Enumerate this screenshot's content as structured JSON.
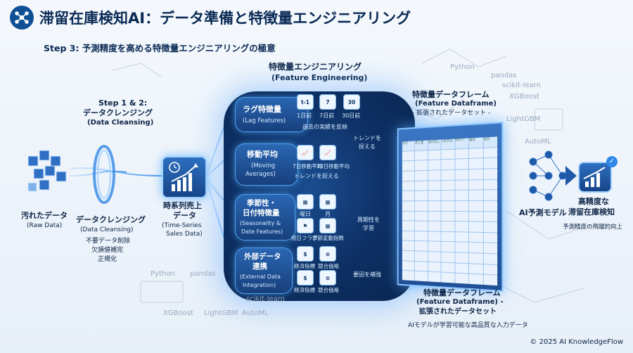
{
  "header": {
    "title": "滞留在庫検知AI：データ準備と特徴量エンジニアリング",
    "subtitle": "Step 3: 予測精度を高める特徴量エンジニアリングの極意"
  },
  "raw": {
    "jp": "汚れたデータ",
    "en": "(Raw Data)"
  },
  "cleansing": {
    "step": "Step 1 & 2:",
    "jp_top": "データクレンジング",
    "en_top": "(Data Cleansing)",
    "jp_bottom": "データクレンジング",
    "en_bottom": "(Data Cleansing)",
    "tasks": [
      "不要データ削除",
      "欠損値補完",
      "正規化"
    ]
  },
  "timeseries": {
    "jp1": "時系列売上",
    "jp2": "データ",
    "en1": "(Time-Series",
    "en2": "Sales Data)"
  },
  "fe": {
    "jp": "特徴量エンジニアリング",
    "en": "(Feature Engineering)"
  },
  "features": {
    "lag": {
      "jp": "ラグ特徴量",
      "en": "(Lag Features)",
      "icons": [
        "t-1",
        "7",
        "30"
      ],
      "labels": [
        "1日前",
        "7日前",
        "30日前"
      ],
      "note": "過去の実績を反映"
    },
    "ma": {
      "jp": "移動平均",
      "en1": "(Moving",
      "en2": "Averages)",
      "labels": [
        "7日移動平均",
        "30日移動平均"
      ],
      "note_in": "トレンドを捉える",
      "note_out1": "トレンドを",
      "note_out2": "捉える"
    },
    "season": {
      "jp1": "季節性・",
      "jp2": "日付特徴量",
      "en1": "(Seasonality &",
      "en2": "Date Features)",
      "labels": [
        "曜日",
        "月",
        "祝日フラグ",
        "季節変動指数"
      ],
      "note1": "周期性を",
      "note2": "学習"
    },
    "external": {
      "jp1": "外部データ",
      "jp2": "連携",
      "en1": "(External Data",
      "en2": "Integration)",
      "labels": [
        "経済指標",
        "競合価格",
        "経済指標",
        "競合価格"
      ],
      "note": "要因を補強"
    }
  },
  "dataframe": {
    "top_jp": "特徴量データフレーム",
    "top_en": "(Feature Dataframe)",
    "top_sub": "- 拡張されたデータセット -",
    "bottom_jp": "特徴量データフレーム",
    "bottom_en": "(Feature Dataframe) -",
    "bottom_sub": "拡張されたデータセット",
    "bottom_note": "AIモデルが学習可能な高品質な入力データ",
    "col_headers": [
      "日付",
      "売上量",
      "前日売上",
      "7日平均",
      "MA(7)",
      "曜日",
      "祝日",
      "価格"
    ]
  },
  "model": {
    "label": "AI予測モデル"
  },
  "result": {
    "jp1": "高精度な",
    "jp2": "滞留在庫検知",
    "note": "予測精度の飛躍的向上"
  },
  "watermarks": [
    "Python",
    "pandas",
    "scikit-learn",
    "XGBoost",
    "LightGBM",
    "AutoML",
    "Python",
    "pandas",
    "XGBoost",
    "LightGBM",
    "scikit-learn",
    "AutoML"
  ],
  "footer": {
    "copyright": "© 2025 AI KnowledgeFlow"
  },
  "colors": {
    "navy": "#0a2a55",
    "glow": "#4fa2f0",
    "panel": "#0d2f63"
  }
}
